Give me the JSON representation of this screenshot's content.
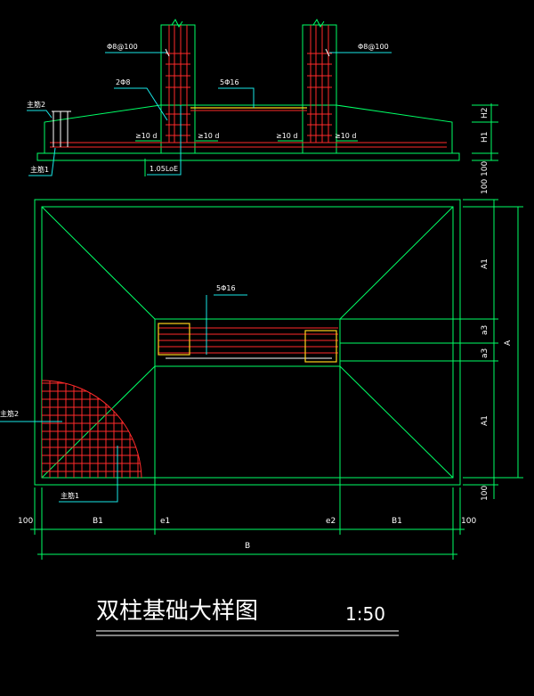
{
  "section": {
    "stirrup_left": "Φ8@100",
    "stirrup_right": "Φ8@100",
    "bar_2phi8": "2Φ8",
    "bar_5phi16": "5Φ16",
    "main_bar_2": "主筋2",
    "main_bar_1": "主筋1",
    "anchor_1": "≥10 d",
    "anchor_2": "≥10 d",
    "anchor_3": "≥10 d",
    "anchor_4": "≥10 d",
    "lap_length": "1.05LoE"
  },
  "plan": {
    "bar_5phi16": "5Φ16",
    "main_bar_2": "主筋2",
    "main_bar_1": "主筋1"
  },
  "dims": {
    "h2": "H2",
    "h1": "H1",
    "v100_top": "100",
    "v100_plan_top": "100",
    "a1_top": "A1",
    "a3_top": "a3",
    "a3_bottom": "a3",
    "a1_bottom": "A1",
    "a_total": "A",
    "v100_bottom": "100",
    "h100_left": "100",
    "b1_left": "B1",
    "e1": "e1",
    "e2": "e2",
    "b1_right": "B1",
    "h100_right": "100",
    "b_total": "B"
  },
  "title": {
    "name": "双柱基础大样图",
    "scale": "1:50"
  },
  "colors": {
    "background": "#000000",
    "outline": "#00ff66",
    "rebar": "#ff2a2a",
    "column": "#ffd21a",
    "leader": "#19e6e6",
    "text": "#ffffff"
  }
}
